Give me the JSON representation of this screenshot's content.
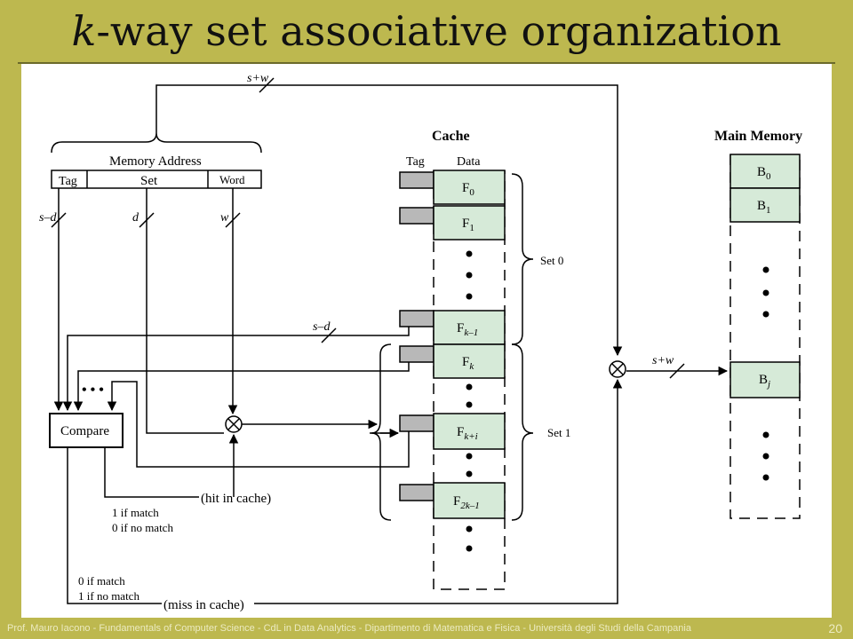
{
  "slide": {
    "title_k": "k",
    "title_rest": "-way set associative organization",
    "footer": "Prof. Mauro Iacono - Fundamentals of Computer  Science - CdL in Data Analytics - Dipartimento di Matematica e Fisica - Università degli Studi della Campania",
    "page_number": "20"
  },
  "diagram": {
    "memory_address_label": "Memory Address",
    "field_tag": "Tag",
    "field_set": "Set",
    "field_word": "Word",
    "width_s_plus_w_top": "s+w",
    "width_s_minus_d": "s–d",
    "width_d": "d",
    "width_w": "w",
    "width_s_minus_d_2": "s–d",
    "width_s_plus_w_right": "s+w",
    "compare_label": "Compare",
    "ellipsis": "• • •",
    "hit_label": "(hit in cache)",
    "match_1": "1 if match",
    "match_0": "0 if no match",
    "miss_0": "0 if match",
    "miss_1": "1 if no match",
    "miss_label": "(miss in cache)",
    "cache_title": "Cache",
    "cache_tag_header": "Tag",
    "cache_data_header": "Data",
    "set0_label": "Set 0",
    "set1_label": "Set 1",
    "main_memory_title": "Main Memory",
    "cache_lines": [
      {
        "base": "F",
        "sub": "0"
      },
      {
        "base": "F",
        "sub": "1"
      },
      {
        "base": "F",
        "sub": "k–1"
      },
      {
        "base": "F",
        "sub": "k"
      },
      {
        "base": "F",
        "sub": "k+i"
      },
      {
        "base": "F",
        "sub": "2k–1"
      }
    ],
    "memory_blocks": [
      {
        "base": "B",
        "sub": "0"
      },
      {
        "base": "B",
        "sub": "1"
      },
      {
        "base": "B",
        "sub": "j"
      }
    ]
  },
  "colors": {
    "slide_background": "#bdb84f",
    "cache_line_fill": "#d6ead8",
    "tag_fill": "#b8b8b8"
  }
}
